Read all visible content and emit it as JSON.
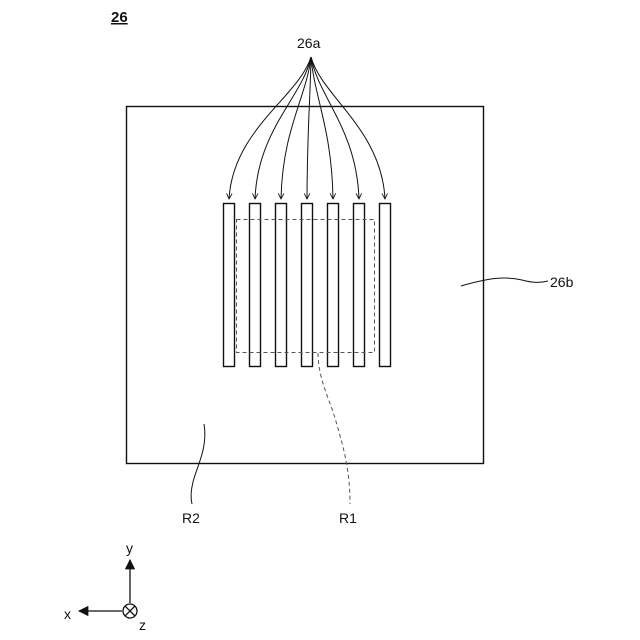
{
  "figure": {
    "number": "26"
  },
  "labels": {
    "slits": "26a",
    "plate": "26b",
    "region_inner": "R1",
    "region_outer": "R2"
  },
  "axes": {
    "x": "x",
    "y": "y",
    "z": "z"
  },
  "slit_count": 7
}
